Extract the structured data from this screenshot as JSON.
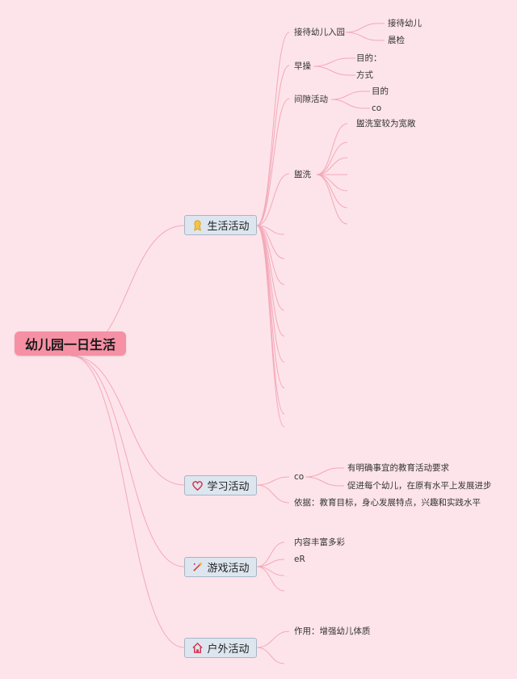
{
  "root": {
    "label": "幼儿园一日生活"
  },
  "branches": {
    "life": {
      "label": "生活活动",
      "icon": "ribbon-icon"
    },
    "study": {
      "label": "学习活动",
      "icon": "heart-icon"
    },
    "game": {
      "label": "游戏活动",
      "icon": "wand-icon"
    },
    "outdoor": {
      "label": "户外活动",
      "icon": "house-icon"
    }
  },
  "life": {
    "reception": {
      "label": "接待幼儿入园",
      "children": [
        "接待幼儿",
        "晨检"
      ]
    },
    "morning": {
      "label": "早操",
      "children": [
        "目的：",
        "方式"
      ]
    },
    "interval": {
      "label": "间隙活动",
      "children": [
        "目的",
        "co"
      ]
    },
    "wash": {
      "label": "盥洗",
      "children": [
        "盥洗室较为宽敞"
      ]
    }
  },
  "study": {
    "co": {
      "label": "co",
      "children": [
        "有明确事宜的教育活动要求",
        "促进每个幼儿，在原有水平上发展进步"
      ]
    },
    "basis": "依据：教育目标，身心发展特点，兴趣和实践水平"
  },
  "game": {
    "items": [
      "内容丰富多彩",
      "eR"
    ]
  },
  "outdoor": {
    "items": [
      "作用：增强幼儿体质"
    ]
  },
  "colors": {
    "background": "#fde4ea",
    "root": "#f690a5",
    "branch": "#dde6ef",
    "line": "#f4a8b8"
  }
}
